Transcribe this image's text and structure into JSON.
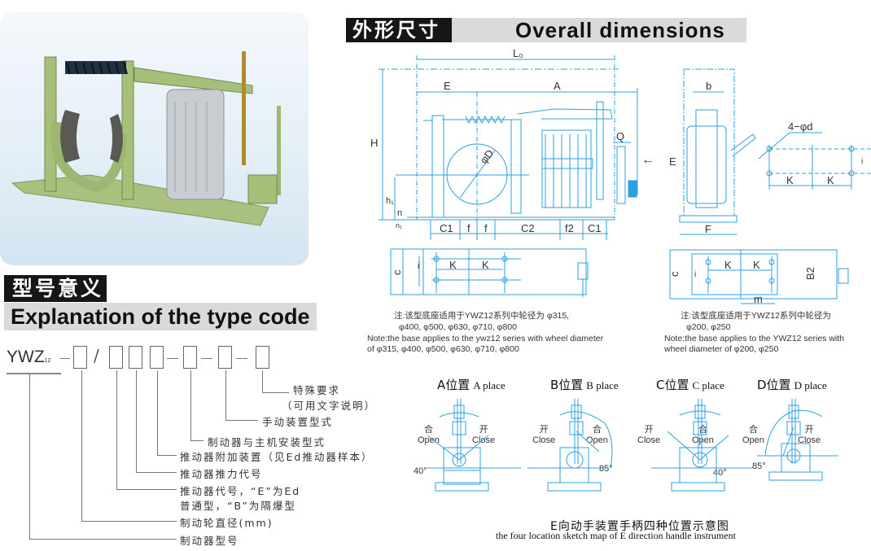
{
  "header": {
    "title_cn": "外形尺寸",
    "title_en": "Overall dimensions"
  },
  "type_section": {
    "title_cn": "型号意义",
    "title_en": "Explanation of the type code"
  },
  "type_code": {
    "prefix": "YWZ",
    "sub": "12",
    "slash": "/",
    "labels": [
      "特殊要求",
      "（可用文字说明）",
      "手动装置型式",
      "制动器与主机安装型式",
      "推动器附加装置（见Ed推动器样本）",
      "推动器推力代号",
      "推动器代号，“E”为Ed",
      "普通型，“B”为隔爆型",
      "制动轮直径(mm)",
      "制动器型号"
    ]
  },
  "dims_front": {
    "Lo": "L₀",
    "E": "E",
    "A": "A",
    "H": "H",
    "h1": "h₁",
    "n": "n",
    "n1": "n₁",
    "D": "φD",
    "Q": "Q",
    "C1": "C1",
    "f": "f",
    "C2": "C2",
    "f2": "f2",
    "c": "c",
    "i": "i",
    "K": "K",
    "arrowE": "E"
  },
  "dims_side": {
    "b": "b",
    "F": "F",
    "d": "4−φd",
    "K": "K",
    "i": "i",
    "c": "c",
    "B2": "B2",
    "m": "m"
  },
  "notes": {
    "left_cn1": "注:该型底座适用于YWZ12系列中轮径为 φ315,",
    "left_cn2": "φ400, φ500, φ630, φ710, φ800",
    "left_en1": "Note:the base applies to the ywz12 series with wheel diameter",
    "left_en2": "of  φ315, φ400, φ500, φ630, φ710, φ800",
    "right_cn1": "注:该型底座适用于YWZ12系列中轮径为",
    "right_cn2": "φ200, φ250",
    "right_en1": "Note:the base applies to the YWZ12 series with",
    "right_en2": "wheel diameter of  φ200, φ250"
  },
  "places": [
    {
      "cn": "A位置",
      "en": "A place",
      "left_cn": "合",
      "left_en": "Open",
      "right_cn": "开",
      "right_en": "Close",
      "angle": "40°"
    },
    {
      "cn": "B位置",
      "en": "B place",
      "left_cn": "开",
      "left_en": "Close",
      "right_cn": "合",
      "right_en": "Open",
      "angle": "85°"
    },
    {
      "cn": "C位置",
      "en": "C place",
      "left_cn": "开",
      "left_en": "Close",
      "right_cn": "合",
      "right_en": "Open",
      "angle": "40°"
    },
    {
      "cn": "D位置",
      "en": "D place",
      "left_cn": "合",
      "left_en": "Open",
      "right_cn": "开",
      "right_en": "Close",
      "angle": "85°"
    }
  ],
  "caption": {
    "cn": "E向动手装置手柄四种位置示意图",
    "en": "the four location sketch map of E direction handle instrument"
  },
  "colors": {
    "drawing": "#2f9fe0",
    "photo_frame": "#8fb06a"
  }
}
